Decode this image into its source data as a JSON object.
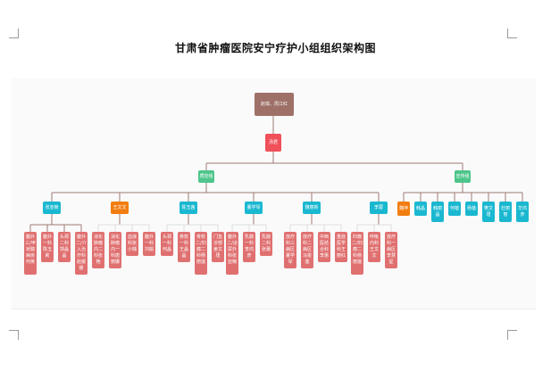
{
  "title": "甘肃省肿瘤医院安宁疗护小组组织架构图",
  "colors": {
    "root": "#9e7068",
    "leader": "#f0505a",
    "group": "#4ec58a",
    "member": "#1ab8d0",
    "highlight": "#f27d10",
    "leaf": "#e07070",
    "line": "#9e7a74",
    "line_light": "#dddddd"
  },
  "org": {
    "root": "赵琪、周江红",
    "leader": "汤君",
    "groups": [
      {
        "name": "质控组",
        "members": [
          {
            "name": "张亚楠",
            "leaves": [
              "腹外三/甲状腺病房何英",
              "腹外一科陈玉莉",
              "头颈二科郭晶晶",
              "腹外二/介入治疗科赵媛媛"
            ]
          },
          {
            "name": "王文文",
            "highlight": true,
            "leaves": [
              "消化肿瘤内二科张艳",
              "消化肿瘤内一科唐丽娜",
              "血液科张小璐",
              "腹外一科刘娟"
            ]
          },
          {
            "name": "陈玉茜",
            "leaves": [
              "头颈一科何晶",
              "骨软一科王晶晶",
              "骨软二/妇瘤二科杨丽莲",
              "门急诊部姜文瑾"
            ]
          },
          {
            "name": "董学琴",
            "leaves": [
              "腹外二/泌尿外科张亚楠",
              "乳腺一科李鸿彦",
              "乳腺二科张蕾"
            ]
          },
          {
            "name": "魏丽新",
            "leaves": [
              "放疗科三病区董学琴",
              "放疗科二病区马俊莲",
              "中西医结合科李惠",
              "重症医学科王丽红"
            ]
          },
          {
            "name": "李蓉",
            "leaves": [
              "妇瘤二/妇瘤二科杨丽莲",
              "呼吸内科王文文",
              "放疗科一病区李慧星"
            ]
          }
        ]
      },
      {
        "name": "宣传组",
        "members": [
          {
            "name": "魏萍",
            "highlight": true,
            "leaves": []
          },
          {
            "name": "韩晶",
            "leaves": []
          },
          {
            "name": "韩丽晶",
            "leaves": []
          },
          {
            "name": "何蓓",
            "leaves": []
          },
          {
            "name": "杨蓓",
            "leaves": []
          },
          {
            "name": "樊文瑾",
            "leaves": []
          },
          {
            "name": "杜丽丽",
            "leaves": []
          },
          {
            "name": "华鸿彦",
            "leaves": []
          }
        ]
      }
    ]
  }
}
